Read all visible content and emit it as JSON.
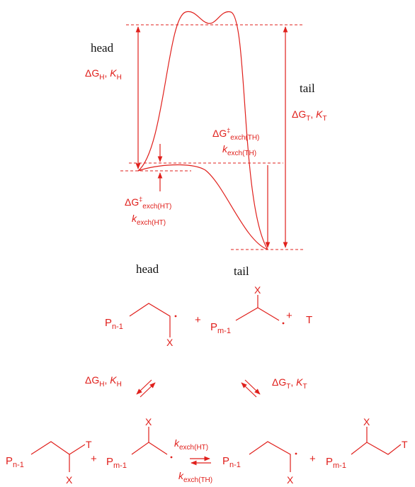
{
  "colors": {
    "accent": "#e0201c",
    "text_dark": "#111111"
  },
  "energy_diagram": {
    "label_head": "head",
    "label_tail": "tail",
    "label_tail_axis": "tail",
    "dG_head": "ΔG",
    "dG_head_sub": "H",
    "K_head": "K",
    "K_head_sub": "H",
    "dG_tail": "ΔG",
    "dG_tail_sub": "T",
    "K_tail": "K",
    "K_tail_sub": "T",
    "ts_TH_G": "ΔG",
    "ts_TH_sup": "‡",
    "ts_TH_sub": "exch(TH)",
    "ts_TH_k": "k",
    "ts_TH_k_sub": "exch(TH)",
    "ts_HT_G": "ΔG",
    "ts_HT_sup": "‡",
    "ts_HT_sub": "exch(HT)",
    "ts_HT_k": "k",
    "ts_HT_k_sub": "exch(HT)"
  },
  "scheme": {
    "top_left_P": "P",
    "top_left_P_sub": "n-1",
    "top_left_X": "X",
    "plus_1": "+",
    "top_mid_P": "P",
    "top_mid_P_sub": "m-1",
    "top_mid_X": "X",
    "plus_2": "+",
    "top_T": "T",
    "eq_left_G": "ΔG",
    "eq_left_G_sub": "H",
    "eq_left_K": "K",
    "eq_left_K_sub": "H",
    "eq_right_G": "ΔG",
    "eq_right_G_sub": "T",
    "eq_right_K": "K",
    "eq_right_K_sub": "T",
    "bl_P": "P",
    "bl_P_sub": "n-1",
    "bl_T": "T",
    "bl_X": "X",
    "plus_3": "+",
    "bm_P": "P",
    "bm_P_sub": "m-1",
    "bm_X": "X",
    "k_HT": "k",
    "k_HT_sub": "exch(HT)",
    "k_TH": "k",
    "k_TH_sub": "exch(TH)",
    "br_P": "P",
    "br_P_sub": "n-1",
    "br_X": "X",
    "plus_4": "+",
    "brr_P": "P",
    "brr_P_sub": "m-1",
    "brr_X": "X",
    "brr_T": "T"
  }
}
